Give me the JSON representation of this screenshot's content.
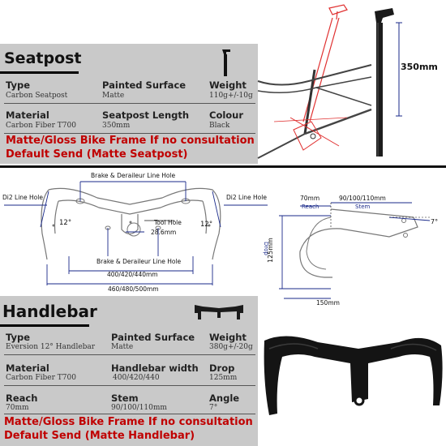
{
  "seatpost": {
    "title": "Seatpost",
    "specs": [
      {
        "label": "Type",
        "value": "Carbon Seatpost"
      },
      {
        "label": "Painted Surface",
        "value": "Matte"
      },
      {
        "label": "Weight",
        "value": "110g+/-10g"
      },
      {
        "label": "Material",
        "value": "Carbon Fiber T700"
      },
      {
        "label": "Seatpost Length",
        "value": "350mm"
      },
      {
        "label": "Colour",
        "value": "Black"
      }
    ],
    "notice_line1": "Matte/Gloss Bike Frame If no consultation",
    "notice_line2": "Default Send (Matte Seatpost)",
    "length_dim": "350mm"
  },
  "handlebar_drawing": {
    "top_hole_label": "Brake & Deraileur Line Hole",
    "di2_left": "Di2 Line Hole",
    "di2_right": "Di2 Line Hole",
    "flare_left": "12°",
    "flare_right": "12°",
    "tool_hole": "Tool Hole",
    "tool_dim": "28.6mm",
    "bottom_hole_label": "Brake & Deraileur Line Hole",
    "width_inner": "400/420/440mm",
    "width_outer": "460/480/500mm",
    "side_reach_dim": "70mm",
    "side_reach": "Reach",
    "side_stem_dim": "90/100/110mm",
    "side_stem": "Stem",
    "side_angle": "7°",
    "side_drop": "Drop",
    "side_drop_dim": "125mm",
    "side_length": "150mm"
  },
  "handlebar": {
    "title": "Handlebar",
    "specs": [
      {
        "label": "Type",
        "value": "Eversion 12° Handlebar"
      },
      {
        "label": "Painted Surface",
        "value": "Matte"
      },
      {
        "label": "Weight",
        "value": "380g+/-20g"
      },
      {
        "label": "Material",
        "value": "Carbon Fiber T700"
      },
      {
        "label": "Handlebar width",
        "value": "400/420/440"
      },
      {
        "label": "Drop",
        "value": "125mm"
      },
      {
        "label": "Reach",
        "value": "70mm"
      },
      {
        "label": "Stem",
        "value": "90/100/110mm"
      },
      {
        "label": "Angle",
        "value": "7°"
      }
    ],
    "notice_line1": "Matte/Gloss Bike Frame If no consultation",
    "notice_line2": "Default Send (Matte Handlebar)"
  },
  "colors": {
    "panel": "#c9c9c9",
    "notice": "#c00000",
    "dimension": "#1a2a8a",
    "frame_highlight": "#e03030"
  }
}
